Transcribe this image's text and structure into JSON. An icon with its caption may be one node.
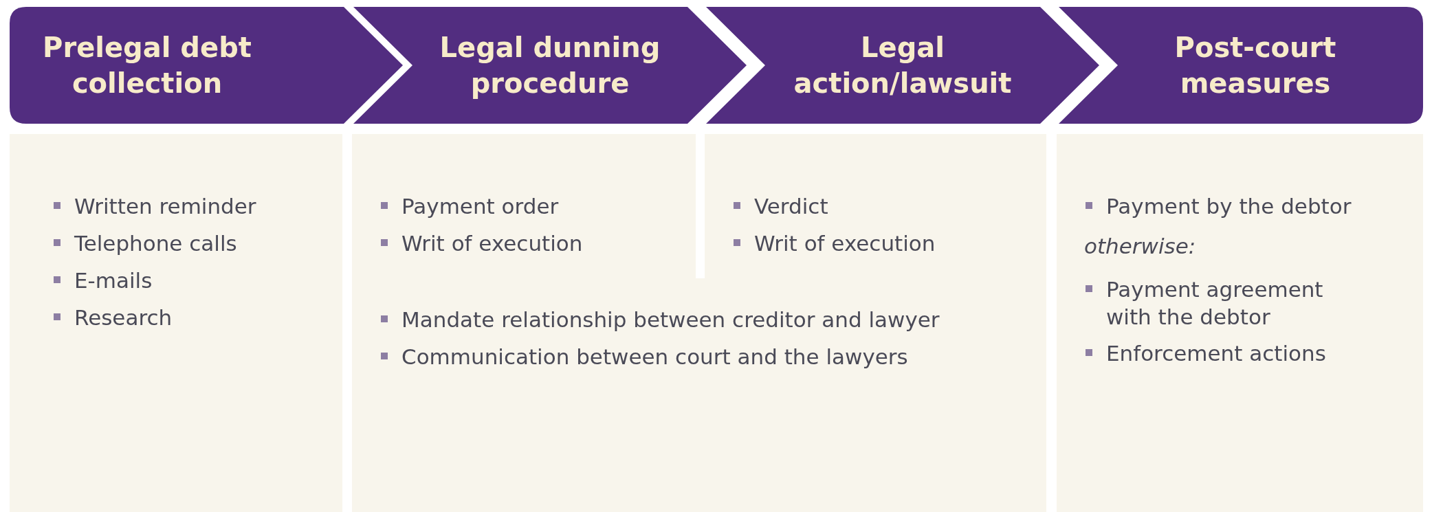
{
  "diagram": {
    "nodes": [
      {
        "text": [
          "Prelegal debt collection"
        ]
      },
      {
        "text": [
          "Legal dunning procedure"
        ]
      },
      {
        "text": [
          "Legal action/lawsuit"
        ]
      },
      {
        "text": [
          "Post-court measures"
        ]
      },
      {
        "text": [
          "Written reminder",
          "Telephone calls",
          "E-mails",
          "Research"
        ]
      },
      {
        "text": [
          "Payment order",
          "Writ of execution"
        ]
      },
      {
        "text": [
          "Verdict",
          "Writ of execution"
        ]
      },
      {
        "text": [
          "Mandate relationship between creditor and lawyer",
          "Communication between court and the lawyers"
        ]
      },
      {
        "text": [
          "Payment by the debtor",
          "otherwise:",
          "Payment agreement with the debtor",
          "Enforcement actions"
        ]
      }
    ]
  }
}
